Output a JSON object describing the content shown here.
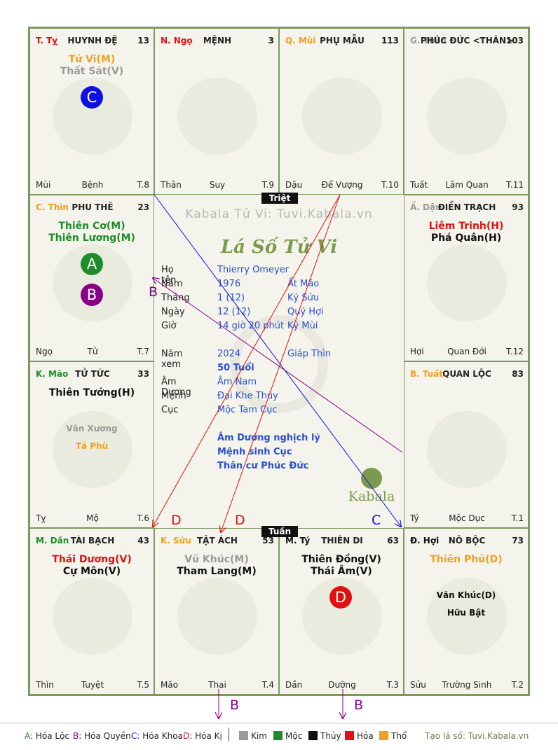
{
  "site_title": "Kabala Tử Vi: Tuvi.Kabala.vn",
  "chart_title": "Lá Số Tử Vi",
  "logo_text": "Kabala",
  "triet_label": "Triệt",
  "tuan_label": "Tuần",
  "colors": {
    "moc": "#1e8c2a",
    "thuy": "#111111",
    "hoa": "#e01010",
    "tho": "#f0a020",
    "kim": "#999999",
    "blue": "#2a4fd0",
    "purple": "#880088"
  },
  "palaces": [
    {
      "branch": "T. Tỵ",
      "name": "HUYNH ĐỆ",
      "age": "13",
      "main_stars": [
        {
          "t": "Tử Vi(M)",
          "c": "tho"
        },
        {
          "t": "Thất Sát(V)",
          "c": "kim"
        }
      ],
      "minor_stars": [],
      "life_stage": "Bệnh",
      "decade_branch": "Mùi",
      "month": "T.8",
      "branch_color": "hoa"
    },
    {
      "branch": "N. Ngọ",
      "name": "MỆNH",
      "age": "3",
      "main_stars": [],
      "minor_stars": [],
      "life_stage": "Suy",
      "decade_branch": "Thân",
      "month": "T.9",
      "branch_color": "hoa"
    },
    {
      "branch": "Q. Mùi",
      "name": "PHỤ MẪU",
      "age": "113",
      "main_stars": [],
      "minor_stars": [],
      "life_stage": "Đế Vượng",
      "decade_branch": "Dậu",
      "month": "T.10",
      "branch_color": "tho"
    },
    {
      "branch": "G. Thân",
      "name": "PHÚC ĐỨC <THÂN>",
      "age": "103",
      "main_stars": [],
      "minor_stars": [],
      "life_stage": "Lâm Quan",
      "decade_branch": "Tuất",
      "month": "T.11",
      "branch_color": "kim"
    },
    {
      "branch": "C. Thìn",
      "name": "PHU THÊ",
      "age": "23",
      "main_stars": [
        {
          "t": "Thiên Cơ(M)",
          "c": "moc"
        },
        {
          "t": "Thiên Lương(M)",
          "c": "moc"
        }
      ],
      "minor_stars": [],
      "life_stage": "Tử",
      "decade_branch": "Ngọ",
      "month": "T.7",
      "branch_color": "tho"
    },
    {
      "branch": "Ấ. Dậu",
      "name": "ĐIỀN TRẠCH",
      "age": "93",
      "main_stars": [
        {
          "t": "Liêm Trinh(H)",
          "c": "hoa"
        },
        {
          "t": "Phá Quân(H)",
          "c": "thuy"
        }
      ],
      "minor_stars": [],
      "life_stage": "Quan Đới",
      "decade_branch": "Hợi",
      "month": "T.12",
      "branch_color": "kim"
    },
    {
      "branch": "K. Mão",
      "name": "TỬ TỨC",
      "age": "33",
      "main_stars": [
        {
          "t": "Thiên Tướng(H)",
          "c": "thuy"
        }
      ],
      "minor_stars": [
        {
          "t": "Văn Xương",
          "c": "kim"
        },
        {
          "t": "Tả Phù",
          "c": "tho"
        }
      ],
      "life_stage": "Mộ",
      "decade_branch": "Tỵ",
      "month": "T.6",
      "branch_color": "moc"
    },
    {
      "branch": "B. Tuất",
      "name": "QUAN LỘC",
      "age": "83",
      "main_stars": [],
      "minor_stars": [],
      "life_stage": "Mộc Dục",
      "decade_branch": "Tý",
      "month": "T.1",
      "branch_color": "tho"
    },
    {
      "branch": "M. Dần",
      "name": "TÀI BẠCH",
      "age": "43",
      "main_stars": [
        {
          "t": "Thái Dương(V)",
          "c": "hoa"
        },
        {
          "t": "Cự Môn(V)",
          "c": "thuy"
        }
      ],
      "minor_stars": [],
      "life_stage": "Tuyệt",
      "decade_branch": "Thìn",
      "month": "T.5",
      "branch_color": "moc"
    },
    {
      "branch": "K. Sửu",
      "name": "TẬT ÁCH",
      "age": "53",
      "main_stars": [
        {
          "t": "Vũ Khúc(M)",
          "c": "kim"
        },
        {
          "t": "Tham Lang(M)",
          "c": "thuy"
        }
      ],
      "minor_stars": [],
      "life_stage": "Thai",
      "decade_branch": "Mão",
      "month": "T.4",
      "branch_color": "tho"
    },
    {
      "branch": "M. Tý",
      "name": "THIÊN DI",
      "age": "63",
      "main_stars": [
        {
          "t": "Thiên Đồng(V)",
          "c": "thuy"
        },
        {
          "t": "Thái Âm(V)",
          "c": "thuy"
        }
      ],
      "minor_stars": [],
      "life_stage": "Dưỡng",
      "decade_branch": "Dần",
      "month": "T.3",
      "branch_color": "thuy"
    },
    {
      "branch": "Đ. Hợi",
      "name": "NÔ BỘC",
      "age": "73",
      "main_stars": [
        {
          "t": "Thiên Phủ(D)",
          "c": "tho"
        }
      ],
      "minor_stars": [
        {
          "t": "Văn Khúc(D)",
          "c": "thuy"
        },
        {
          "t": "Hữu Bật",
          "c": "thuy"
        }
      ],
      "life_stage": "Trường Sinh",
      "decade_branch": "Sửu",
      "month": "T.2",
      "branch_color": "thuy"
    }
  ],
  "badges": [
    {
      "letter": "C",
      "color": "#1010e0"
    },
    {
      "letter": "A",
      "color": "#1e8c2a"
    },
    {
      "letter": "B",
      "color": "#880088"
    },
    {
      "letter": "D",
      "color": "#e01010"
    }
  ],
  "info": {
    "ho_ten_label": "Họ tên",
    "ho_ten": "Thierry Omeyer",
    "nam_label": "Năm",
    "nam": "1976",
    "nam_can_chi": "Ất Mão",
    "thang_label": "Tháng",
    "thang": "1  (12)",
    "thang_can_chi": "Kỷ Sửu",
    "ngay_label": "Ngày",
    "ngay": "12  (12)",
    "ngay_can_chi": "Quý Hợi",
    "gio_label": "Giờ",
    "gio": "14 giờ 20 phút",
    "gio_can_chi": "Kỷ Mùi",
    "nam_xem_label": "Năm xem",
    "nam_xem": "2024",
    "nam_xem_can_chi": "Giáp Thìn",
    "tuoi": "50 Tuổi",
    "am_duong_label": "Âm Dương",
    "am_duong": "Âm Nam",
    "menh_label": "Mệnh",
    "menh": "Đại Khe Thủy",
    "cuc_label": "Cục",
    "cuc": "Mộc Tam Cục",
    "note1": "Âm Dương nghịch lý",
    "note2": "Mệnh sinh Cục",
    "note3": "Thân cư Phúc Đức"
  },
  "arrow_labels": {
    "b_left": "B",
    "d1": "D",
    "d2": "D",
    "c": "C",
    "b_bottom1": "B",
    "b_bottom2": "B"
  },
  "legend": {
    "a": "A",
    "a_text": ": Hóa Lộc",
    "b": "B",
    "b_text": ": Hóa Quyền",
    "c": "C",
    "c_text": ": Hóa Khoa",
    "d": "D",
    "d_text": ": Hóa Kị",
    "kim": "Kim",
    "moc": "Mộc",
    "thuy": "Thủy",
    "hoa": "Hỏa",
    "tho": "Thổ",
    "site": "Tạo lá số: Tuvi.Kabala.vn"
  }
}
